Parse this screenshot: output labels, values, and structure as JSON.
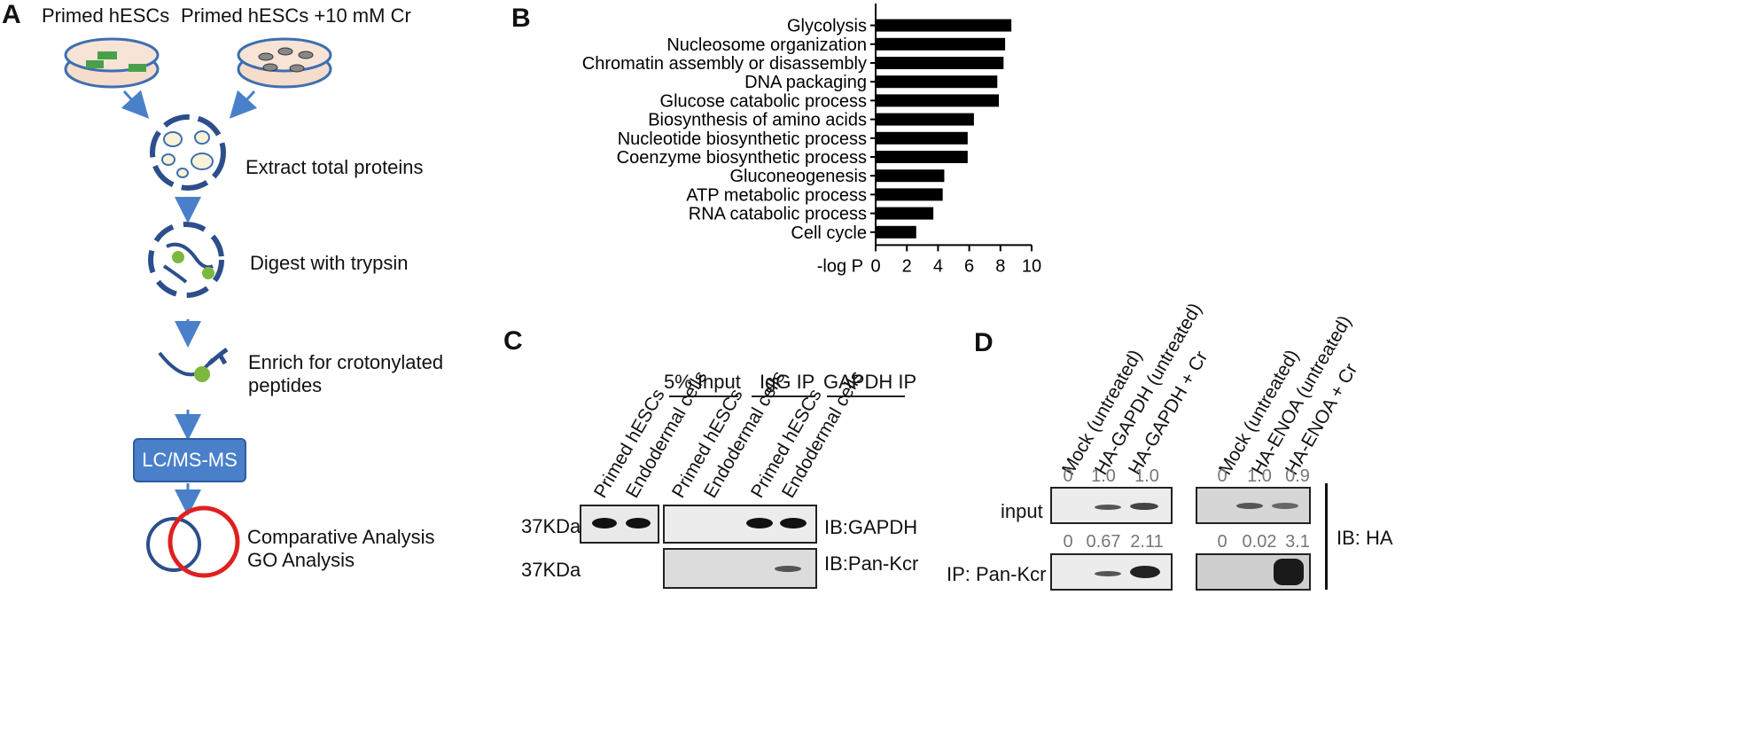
{
  "panels": {
    "a": "A",
    "b": "B",
    "c": "C",
    "d": "D"
  },
  "workflow": {
    "dish_left_label": "Primed hESCs",
    "dish_right_label": "Primed hESCs +10 mM Cr",
    "steps": [
      "Extract total proteins",
      "Digest with trypsin",
      "Enrich for crotonylated",
      "peptides"
    ],
    "ms_box": "LC/MS-MS",
    "analysis": [
      "Comparative Analysis",
      "GO Analysis"
    ],
    "cr_label": "Cr",
    "colors": {
      "arrow": "#4a80c9",
      "dish_fill": "#f6dccb",
      "dish_edge": "#3d6fb0",
      "venn_red": "#e02020",
      "venn_blue": "#2c4f8c"
    }
  },
  "chart_data": {
    "type": "bar",
    "orientation": "horizontal",
    "categories": [
      "Glycolysis",
      "Nucleosome organization",
      "Chromatin assembly or disassembly",
      "DNA packaging",
      "Glucose catabolic process",
      "Biosynthesis of amino acids",
      "Nucleotide biosynthetic process",
      "Coenzyme biosynthetic process",
      "Gluconeogenesis",
      "ATP metabolic process",
      "RNA catabolic process",
      "Cell cycle"
    ],
    "values": [
      8.7,
      8.3,
      8.2,
      7.8,
      7.9,
      6.3,
      5.9,
      5.9,
      4.4,
      4.3,
      3.7,
      2.6
    ],
    "xlabel": "-log P",
    "xticks": [
      "0",
      "2",
      "4",
      "6",
      "8",
      "10"
    ],
    "xlim": [
      0,
      10
    ],
    "bar_color": "#000000"
  },
  "panel_c": {
    "groups": [
      "5% Input",
      "IgG IP",
      "GAPDH IP"
    ],
    "lanes": [
      "Primed hESCs",
      "Endodermal cells",
      "Primed hESCs",
      "Endodermal cells",
      "Primed hESCs",
      "Endodermal cells"
    ],
    "marker_1": "37KDa",
    "marker_2": "37KDa",
    "blot_1_label": "IB:GAPDH",
    "blot_2_label": "IB:Pan-Kcr"
  },
  "panel_d": {
    "lanes": [
      "Mock (untreated)",
      "HA-GAPDH (untreated)",
      "HA-GAPDH + Cr",
      "Mock (untreated)",
      "HA-ENOA (untreated)",
      "HA-ENOA + Cr"
    ],
    "input_values": [
      "0",
      "1.0",
      "1.0",
      "0",
      "1.0",
      "0.9"
    ],
    "ip_values": [
      "0",
      "0.67",
      "2.11",
      "0",
      "0.02",
      "3.1"
    ],
    "row_input": "input",
    "row_ip": "IP: Pan-Kcr",
    "ib_label": "IB: HA"
  }
}
